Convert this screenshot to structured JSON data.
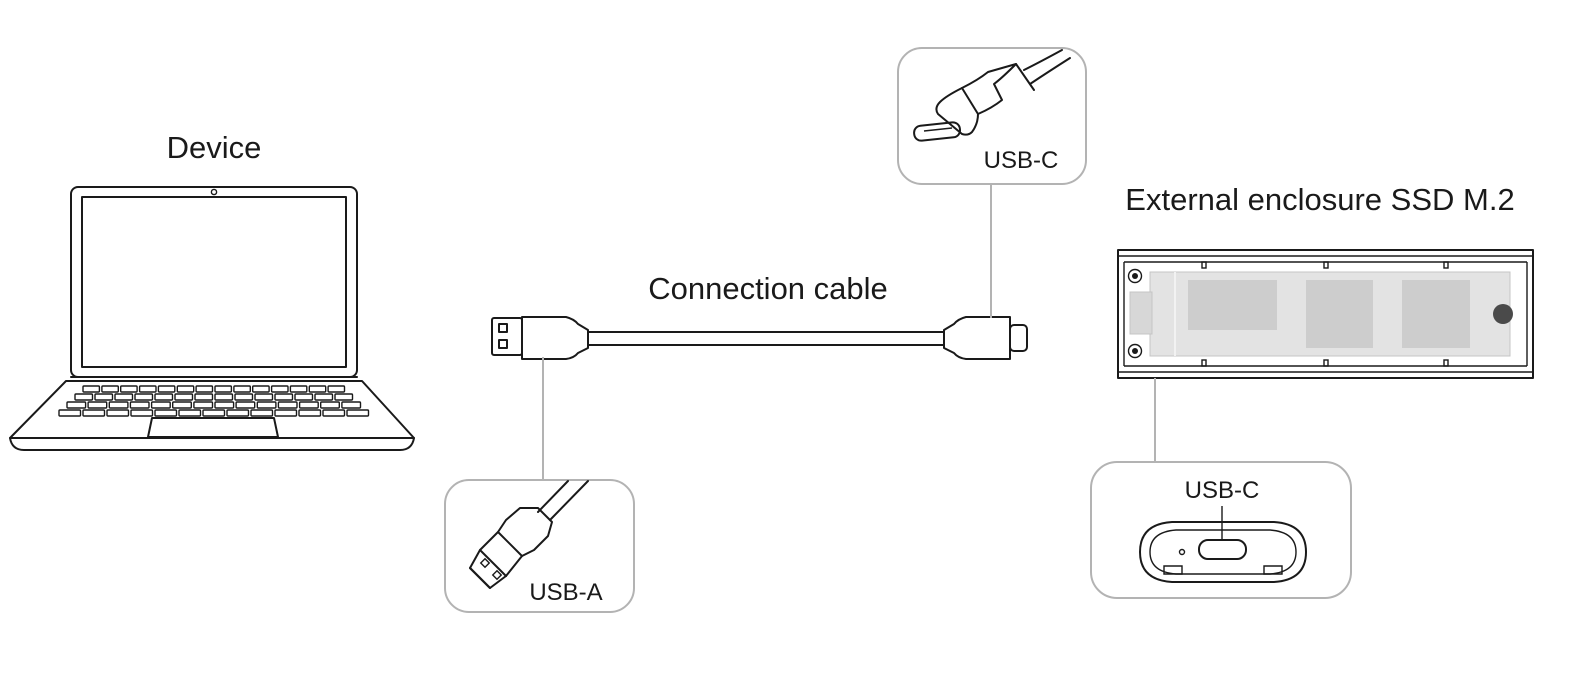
{
  "labels": {
    "device": "Device",
    "cable": "Connection cable",
    "enclosure": "External enclosure SSD M.2",
    "callout_top_usbc": "USB-C",
    "callout_usba": "USB-A",
    "callout_enclosure_usbc": "USB-C"
  },
  "colors": {
    "line": "#1a1a1a",
    "callout_border": "#b3b3b3",
    "ssd_board": "#e3e3e3",
    "ssd_chip": "#cdcdcd"
  }
}
